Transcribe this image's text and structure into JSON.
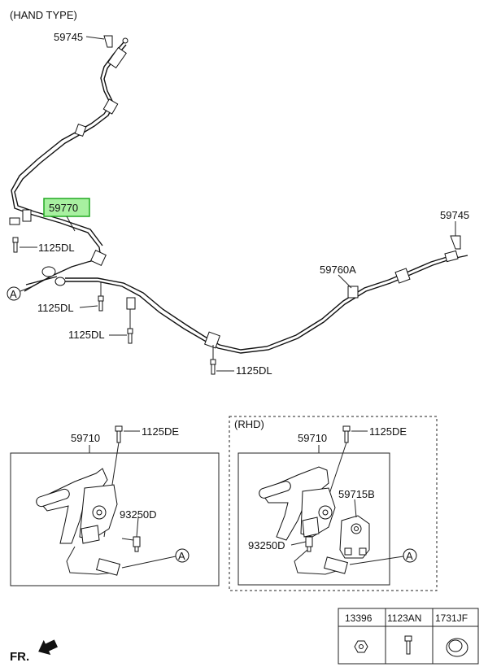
{
  "headers": {
    "hand_type": "(HAND TYPE)",
    "rhd": "(RHD)"
  },
  "callouts": {
    "top_bracket": "59745",
    "front_cable_highlight": "59770",
    "bolt_left_upper": "1125DL",
    "right_bracket": "59745",
    "rear_cable": "59760A",
    "bolt_left_middle": "1125DL",
    "bolt_left_lower": "1125DL",
    "bolt_bottom": "1125DL",
    "ref_a_top": "A",
    "lever_left": "59710",
    "lever_left_bolt": "1125DE",
    "switch_left": "93250D",
    "ref_a_left": "A",
    "lever_rhd": "59710",
    "lever_rhd_bolt": "1125DE",
    "bracket_rhd": "59715B",
    "switch_rhd": "93250D",
    "ref_a_rhd": "A"
  },
  "parts_table": {
    "columns": [
      "13396",
      "1123AN",
      "1731JF"
    ]
  },
  "direction_label": "FR.",
  "colors": {
    "highlight_fill": "#a8f0a0",
    "highlight_stroke": "#22aa22",
    "line": "#111111"
  }
}
